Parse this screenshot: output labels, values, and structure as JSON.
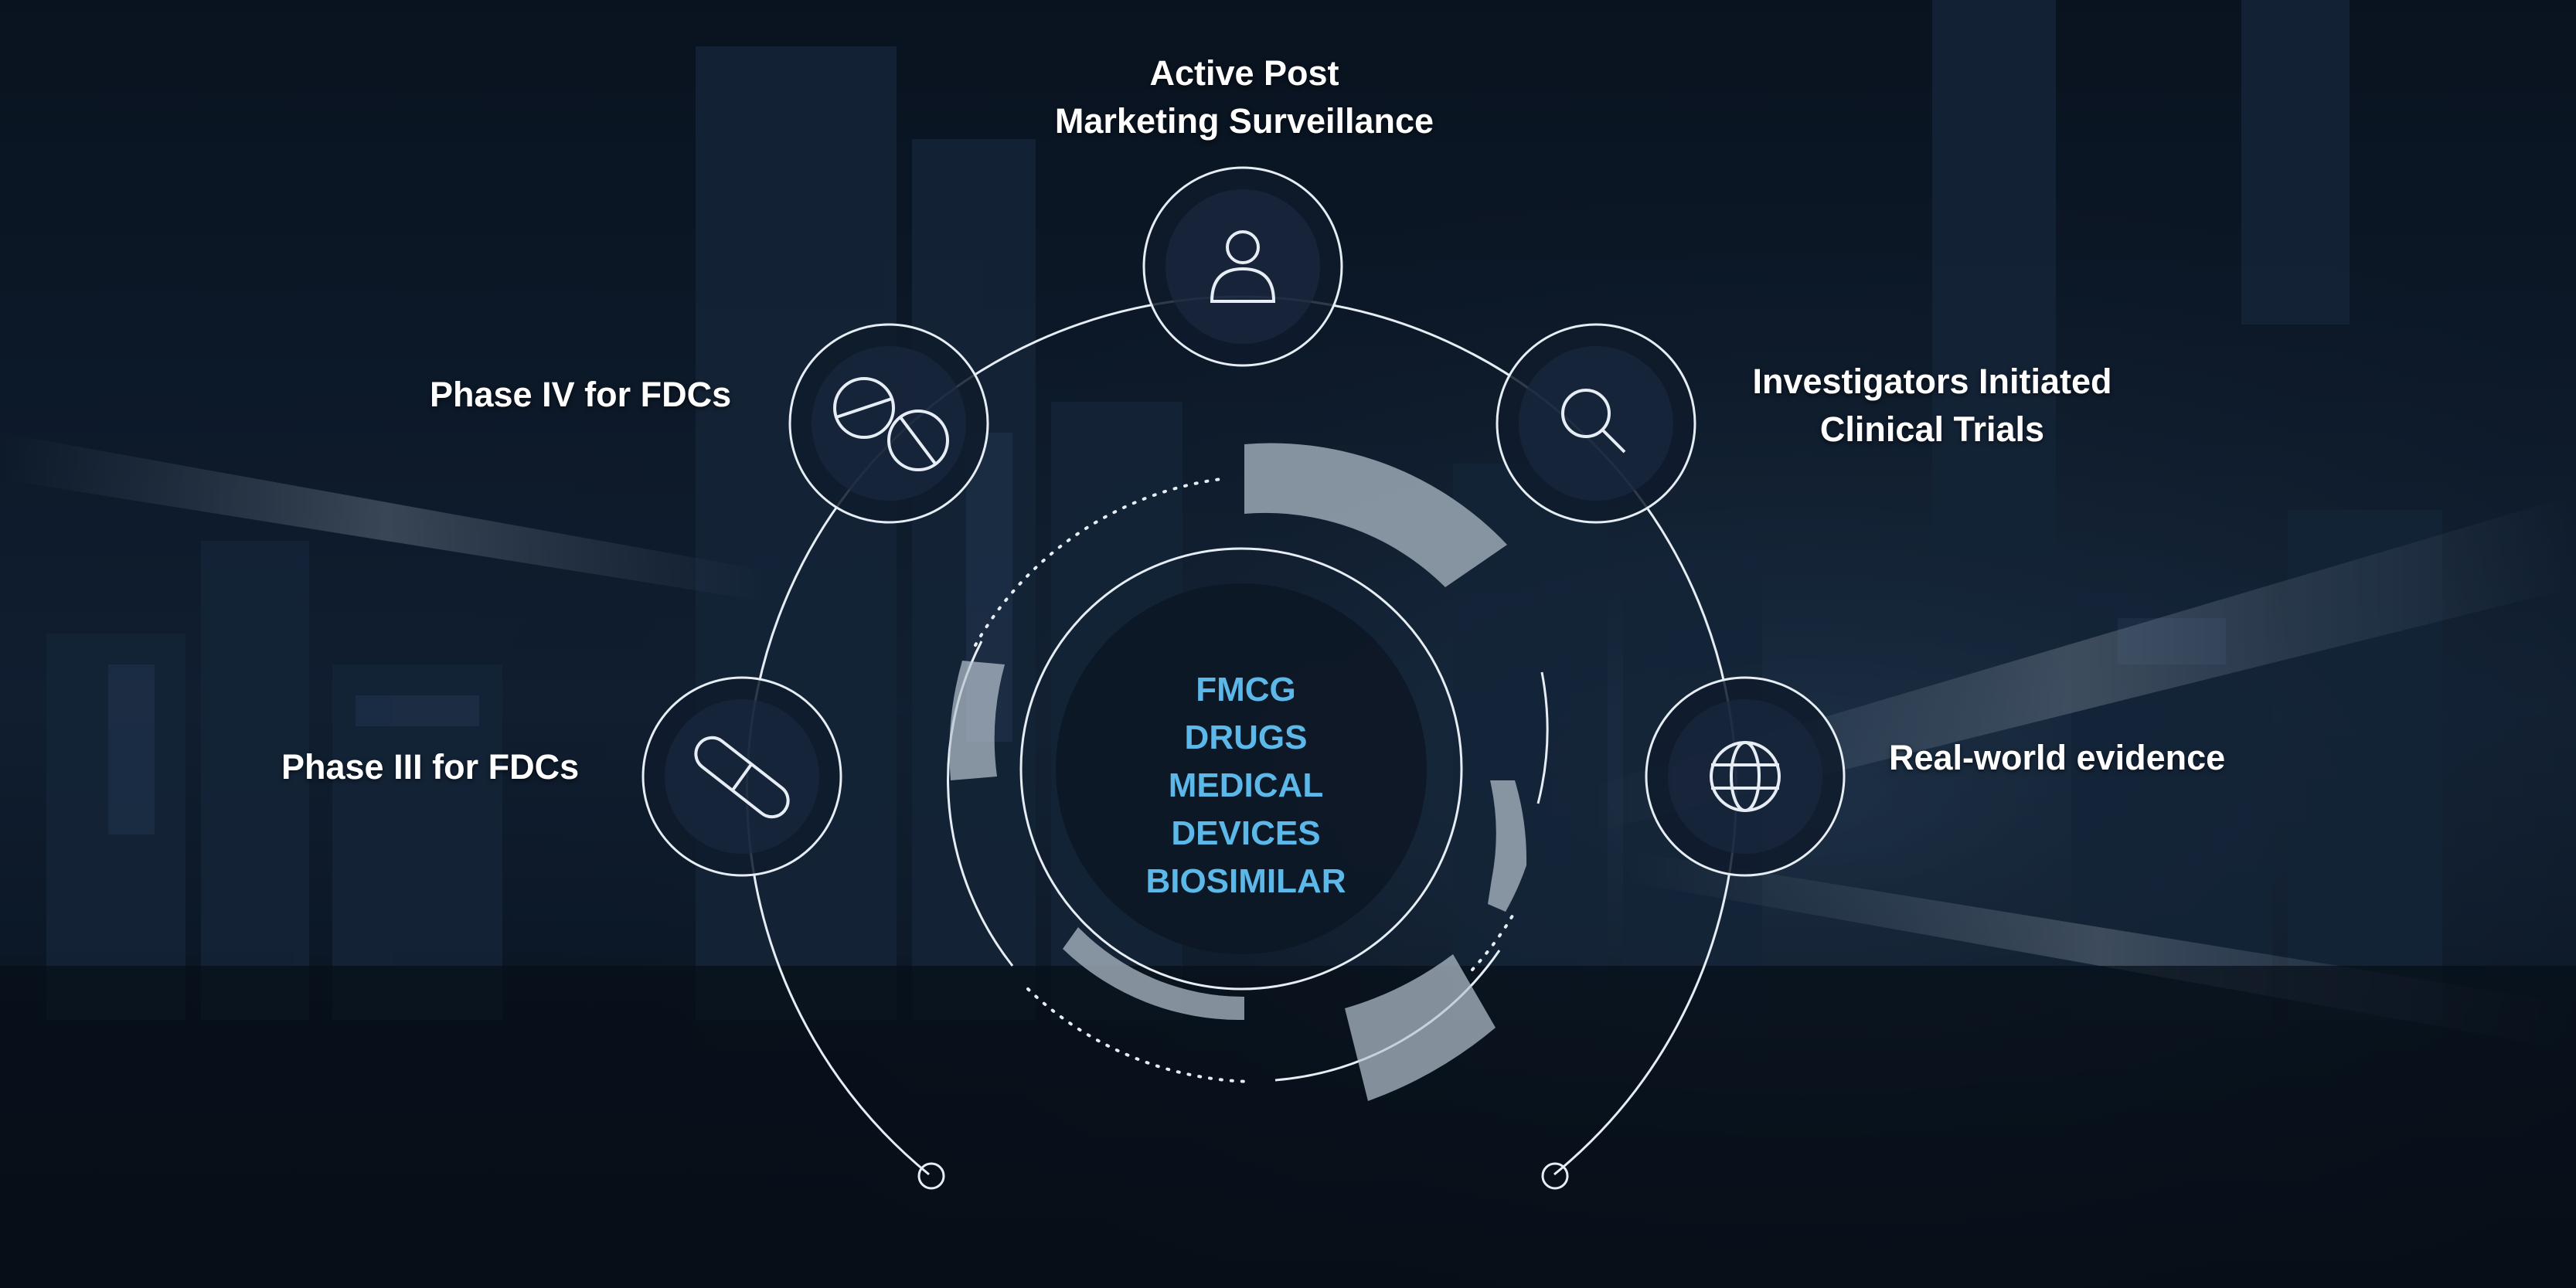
{
  "center": {
    "lines": [
      "FMCG",
      "DRUGS",
      "MEDICAL DEVICES",
      "BIOSIMILAR"
    ]
  },
  "nodes": {
    "top": {
      "lines": [
        "Active Post",
        "Marketing Surveillance"
      ],
      "icon": "person-icon"
    },
    "upper_left": {
      "lines": [
        "Phase IV for FDCs"
      ],
      "icon": "pills-icon"
    },
    "upper_right": {
      "lines": [
        "Investigators Initiated",
        "Clinical Trials"
      ],
      "icon": "magnifier-icon"
    },
    "left": {
      "lines": [
        "Phase III for FDCs"
      ],
      "icon": "capsule-icon"
    },
    "right": {
      "lines": [
        "Real-world evidence"
      ],
      "icon": "globe-icon"
    }
  },
  "colors": {
    "background": "#0c1624",
    "center_text": "#5bb8e8",
    "label_text": "#ffffff",
    "line": "#e6edf5",
    "segment": "#b8c4d0"
  }
}
